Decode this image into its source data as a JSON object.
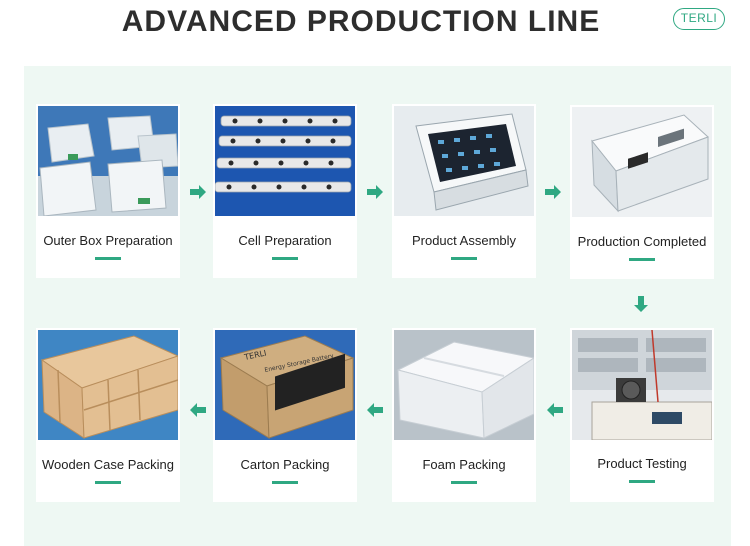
{
  "header": {
    "title": "ADVANCED PRODUCTION LINE",
    "logo_text": "TERLI"
  },
  "colors": {
    "accent": "#2fa882",
    "panel": "#eef8f3",
    "title": "#2e2e2e"
  },
  "steps": [
    {
      "label": "Outer Box Preparation"
    },
    {
      "label": "Cell  Preparation"
    },
    {
      "label": "Product  Assembly"
    },
    {
      "label": "Production Completed"
    },
    {
      "label": "Product Testing"
    },
    {
      "label": "Foam Packing"
    },
    {
      "label": "Carton Packing"
    },
    {
      "label": "Wooden Case Packing"
    }
  ],
  "carton_print": {
    "brand": "TERLI",
    "line": "Energy Storage Battery"
  }
}
